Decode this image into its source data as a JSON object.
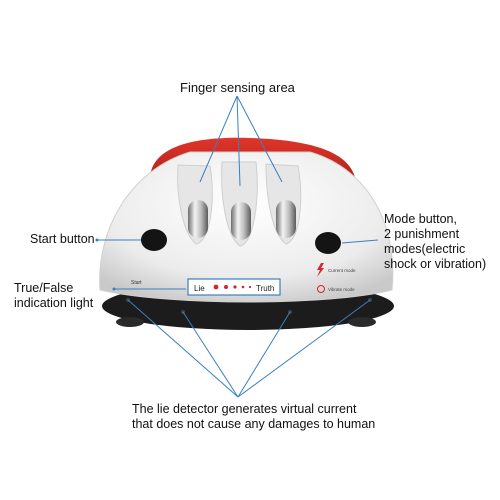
{
  "callouts": {
    "finger_sensing": "Finger sensing area",
    "start_button": "Start button",
    "mode_button": [
      "Mode button,",
      "2 punishment",
      "modes(electric",
      "shock or vibration)"
    ],
    "true_false": [
      "True/False",
      "indication light"
    ],
    "caption": [
      "The lie detector generates virtual current",
      "that does not cause any damages to human"
    ]
  },
  "device": {
    "panel_left": "Lie",
    "panel_right": "Truth",
    "start_small": "Start",
    "current_mode": "Current mode",
    "vibrate_mode": "Vibrate mode"
  },
  "colors": {
    "strap": "#c8261c",
    "body": "#f1f1f1",
    "base": "#1c1c1c",
    "leader_line": "#3a7fc0",
    "indicator": "#d8232a"
  }
}
